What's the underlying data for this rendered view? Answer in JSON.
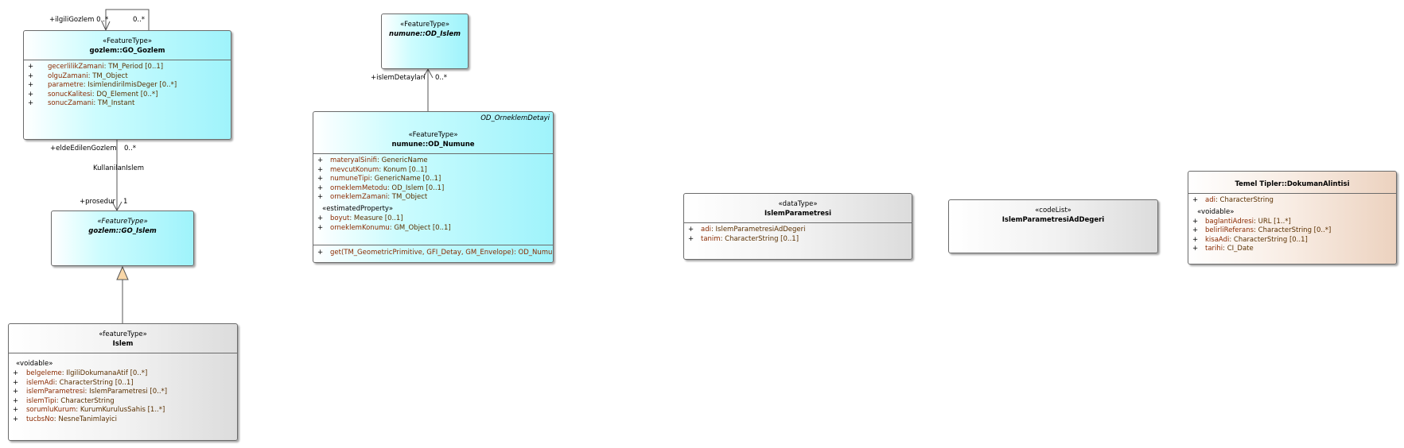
{
  "classes": {
    "go_gozlem": {
      "stereotype": "«FeatureType»",
      "name": "gozlem::GO_Gozlem",
      "attributes": [
        {
          "vis": "+",
          "name": "gecerlilikZamani",
          "type": ": TM_Period [0..1]"
        },
        {
          "vis": "+",
          "name": "olguZamani",
          "type": ": TM_Object"
        },
        {
          "vis": "+",
          "name": "parametre",
          "type": ": IsimlendirilmisDeger [0..*]"
        },
        {
          "vis": "+",
          "name": "sonucKalitesi",
          "type": ": DQ_Element [0..*]"
        },
        {
          "vis": "+",
          "name": "sonucZamani",
          "type": ": TM_Instant"
        }
      ]
    },
    "go_islem": {
      "stereotype": "«FeatureType»",
      "name": "gozlem::GO_Islem"
    },
    "islem": {
      "stereotype": "«featureType»",
      "name": "Islem",
      "group": "«voidable»",
      "attributes": [
        {
          "vis": "+",
          "name": "belgeleme",
          "type": ": IlgiliDokumanaAtif [0..*]"
        },
        {
          "vis": "+",
          "name": "islemAdi",
          "type": ": CharacterString [0..1]"
        },
        {
          "vis": "+",
          "name": "islemParametresi",
          "type": ": IslemParametresi [0..*]"
        },
        {
          "vis": "+",
          "name": "islemTipi",
          "type": ": CharacterString"
        },
        {
          "vis": "+",
          "name": "sorumluKurum",
          "type": ": KurumKurulusSahis [1..*]"
        },
        {
          "vis": "+",
          "name": "tucbsNo",
          "type": ": NesneTanimlayici"
        }
      ]
    },
    "od_islem": {
      "stereotype": "«FeatureType»",
      "name": "numune::OD_Islem"
    },
    "od_numune": {
      "parent": "OD_OrneklemDetayi",
      "stereotype": "«FeatureType»",
      "name": "numune::OD_Numune",
      "attributes": [
        {
          "vis": "+",
          "name": "materyalSinifi",
          "type": ": GenericName"
        },
        {
          "vis": "+",
          "name": "mevcutKonum",
          "type": ": Konum [0..1]"
        },
        {
          "vis": "+",
          "name": "numuneTipi",
          "type": ": GenericName [0..1]"
        },
        {
          "vis": "+",
          "name": "orneklemMetodu",
          "type": ": OD_Islem [0..1]"
        },
        {
          "vis": "+",
          "name": "orneklemZamani",
          "type": ": TM_Object"
        }
      ],
      "group": "«estimatedProperty»",
      "group_attributes": [
        {
          "vis": "+",
          "name": "boyut",
          "type": ": Measure [0..1]"
        },
        {
          "vis": "+",
          "name": "orneklemKonumu",
          "type": ": GM_Object [0..1]"
        }
      ],
      "operations": [
        {
          "vis": "+",
          "text": "get(TM_GeometricPrimitive, GFI_Detay, GM_Envelope): OD_Numune"
        }
      ]
    },
    "islem_parametresi": {
      "stereotype": "«dataType»",
      "name": "IslemParametresi",
      "attributes": [
        {
          "vis": "+",
          "name": "adi",
          "type": ": IslemParametresiAdDegeri"
        },
        {
          "vis": "+",
          "name": "tanim",
          "type": ": CharacterString [0..1]"
        }
      ]
    },
    "islem_parametresi_ad_degeri": {
      "stereotype": "«codeList»",
      "name": "IslemParametresiAdDegeri"
    },
    "dokuman_alintisi": {
      "name": "Temel Tipler::DokumanAlintisi",
      "attributes": [
        {
          "vis": "+",
          "name": "adi",
          "type": ": CharacterString"
        }
      ],
      "group": "«voidable»",
      "group_attributes": [
        {
          "vis": "+",
          "name": "baglantiAdresi",
          "type": ": URL [1..*]"
        },
        {
          "vis": "+",
          "name": "belirliReferans",
          "type": ": CharacterString [0..*]"
        },
        {
          "vis": "+",
          "name": "kisaAdi",
          "type": ": CharacterString [0..1]"
        },
        {
          "vis": "+",
          "name": "tarihi",
          "type": ": CI_Date"
        }
      ]
    }
  },
  "connectors": {
    "self_assoc": {
      "role": "+ilgiliGozlem",
      "mult_left": "0..*",
      "mult_right": "0..*"
    },
    "kullanilan_islem": {
      "name": "KullanilanIslem",
      "source_role": "+eldeEdilenGozlem",
      "source_mult": "0..*",
      "target_role": "+prosedur",
      "target_mult": "1"
    },
    "islem_detaylari": {
      "role": "+islemDetaylari",
      "mult": "0..*"
    }
  },
  "colors": {
    "feature_type_fill": "#9ff3fb",
    "neutral_fill": "#dcdcdc",
    "external_fill": "#ecd2bf",
    "attribute_name": "#8b2a00",
    "border": "#6b6b6b"
  }
}
